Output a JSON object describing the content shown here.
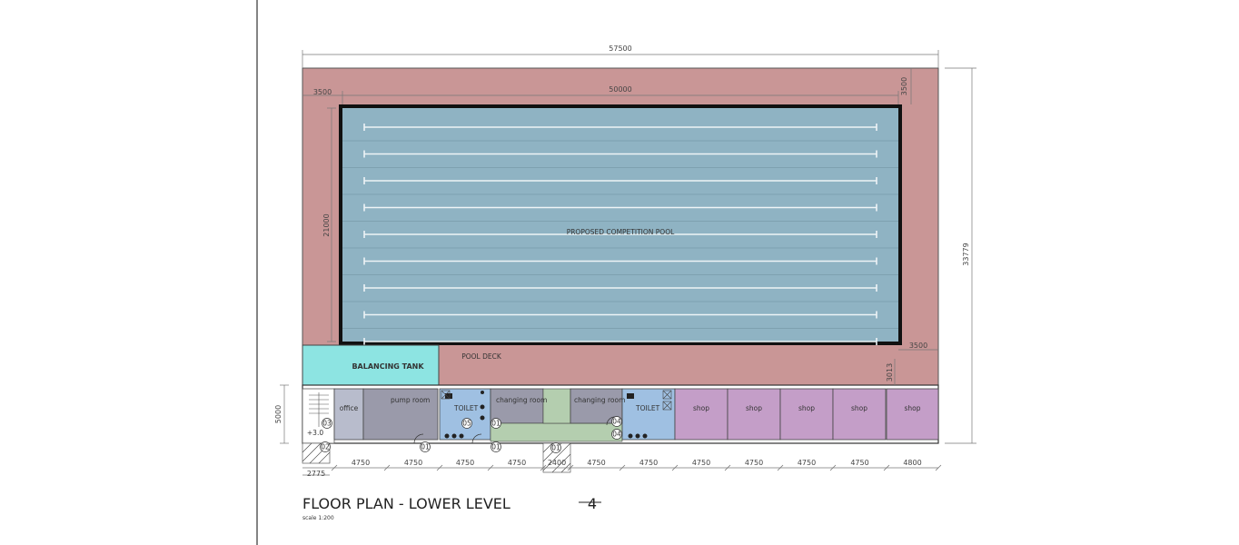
{
  "dimensions": {
    "overall_width": "57500",
    "pool_length": "50000",
    "left_margin": "3500",
    "top_margin": "3500",
    "pool_width": "21000",
    "overall_height": "33779",
    "right_margin": "3500",
    "deck_depth": "3013",
    "lower_left": "5000",
    "bottom_first": "2775",
    "bays": [
      "4750",
      "4750",
      "4750",
      "4750",
      "2400",
      "4750",
      "4750",
      "4750",
      "4750",
      "4750",
      "4750",
      "4800"
    ]
  },
  "labels": {
    "pool": "PROPOSED COMPETITION POOL",
    "pool_deck": "POOL DECK",
    "balancing_tank": "BALANCING TANK",
    "office": "office",
    "pump_room": "pump room",
    "toilet_left": "TOILET",
    "changing_left": "changing room",
    "changing_right": "changing room",
    "toilet_right": "TOILET",
    "shop": "shop",
    "stair_up": "+3.0"
  },
  "door_tags": [
    "03",
    "02",
    "01",
    "01",
    "05",
    "01",
    "01",
    "04",
    "04"
  ],
  "title": "FLOOR PLAN - LOWER LEVEL",
  "scale": "scale 1:200",
  "view_marker": "4",
  "colors": {
    "deck": "#c99696",
    "pool": "#8fb3c3",
    "balancing_tank": "#8de4e2",
    "service": "#9a9aaa",
    "service_light": "#b8bccc",
    "toilet": "#9fc0e2",
    "corridor": "#b4ceaf",
    "shop": "#c49ec8"
  }
}
